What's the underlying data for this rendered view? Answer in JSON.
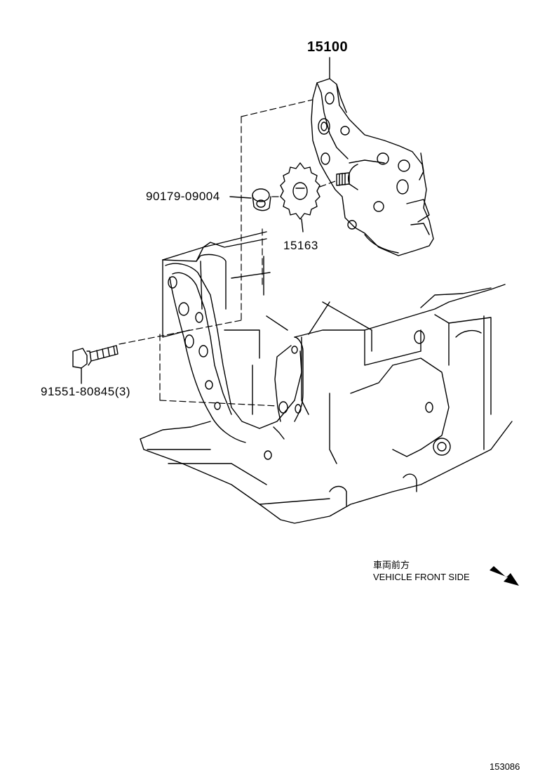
{
  "callouts": {
    "oil_pump_assy": "15100",
    "nut": "90179-09004",
    "sprocket": "15163",
    "bolt": "91551-80845(3)"
  },
  "direction_note": {
    "jp": "車両前方",
    "en": "VEHICLE FRONT SIDE",
    "arrow_icon": "direction-arrow-icon"
  },
  "figure_id": "153086",
  "colors": {
    "line": "#000000",
    "background": "#ffffff"
  }
}
